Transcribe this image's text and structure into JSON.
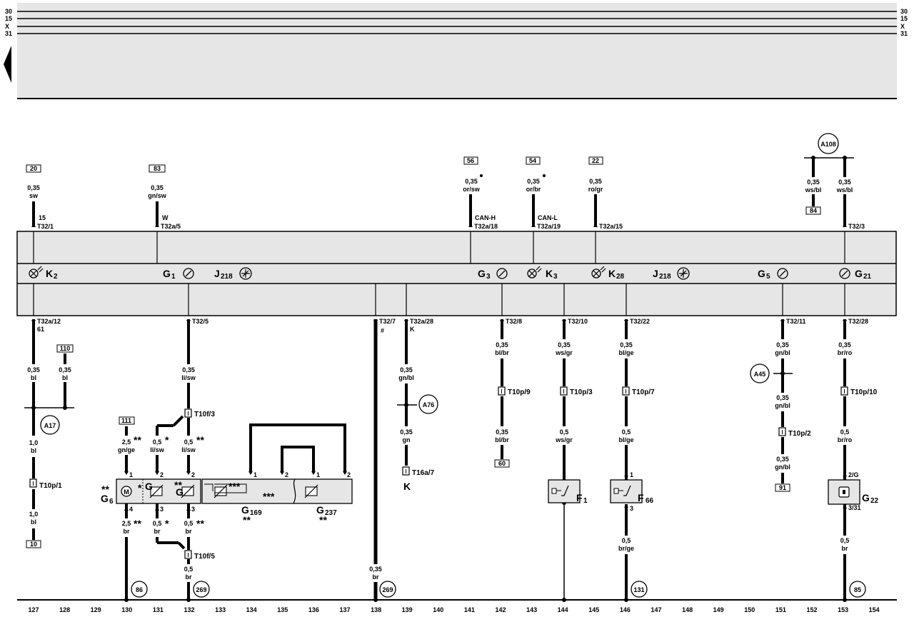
{
  "bus_lines": [
    "30",
    "15",
    "X",
    "31"
  ],
  "ground_numbers": [
    "127",
    "128",
    "129",
    "130",
    "131",
    "132",
    "133",
    "134",
    "135",
    "136",
    "137",
    "138",
    "139",
    "140",
    "141",
    "142",
    "143",
    "144",
    "145",
    "146",
    "147",
    "148",
    "149",
    "150",
    "151",
    "152",
    "153",
    "154"
  ],
  "components": {
    "K2": {
      "letter": "K",
      "sub": "2"
    },
    "G1": {
      "letter": "G",
      "sub": "1"
    },
    "J218a": {
      "letter": "J",
      "sub": "218"
    },
    "G3": {
      "letter": "G",
      "sub": "3"
    },
    "K3": {
      "letter": "K",
      "sub": "3"
    },
    "K28": {
      "letter": "K",
      "sub": "28"
    },
    "J218b": {
      "letter": "J",
      "sub": "218"
    },
    "G5": {
      "letter": "G",
      "sub": "5"
    },
    "G21": {
      "letter": "G",
      "sub": "21"
    },
    "G6": {
      "letter": "G",
      "sub": "6"
    },
    "G169": {
      "letter": "G",
      "sub": "169"
    },
    "G237": {
      "letter": "G",
      "sub": "237"
    },
    "F1": {
      "letter": "F",
      "sub": "1"
    },
    "F66": {
      "letter": "F",
      "sub": "66"
    },
    "G22": {
      "letter": "G",
      "sub": "22"
    },
    "K": {
      "letter": "K"
    }
  },
  "top_wires": {
    "w127": {
      "ref": "20",
      "size": "0,35",
      "color": "sw",
      "pin": "15",
      "conn": "T32/1"
    },
    "w131": {
      "ref": "83",
      "size": "0,35",
      "color": "gn/sw",
      "pin": "W",
      "conn": "T32a/5"
    },
    "w141": {
      "ref": "56",
      "size": "0,35",
      "color": "or/sw",
      "pin": "CAN-H",
      "conn": "T32a/18"
    },
    "w143": {
      "ref": "54",
      "size": "0,35",
      "color": "or/br",
      "pin": "CAN-L",
      "conn": "T32a/19"
    },
    "w145": {
      "ref": "22",
      "size": "0,35",
      "color": "ro/gr",
      "conn": "T32a/15"
    },
    "w153": {
      "node": "A108",
      "size": "0,35",
      "color": "ws/bl",
      "conn": "T32/3"
    },
    "w152": {
      "ref": "84",
      "size": "0,35",
      "color": "ws/bl"
    }
  },
  "bottom_wires": {
    "w127": {
      "conn": "T32a/12",
      "pin": "61",
      "size1": "0,35",
      "color1": "bl",
      "node": "A17",
      "size2": "1,0",
      "color2": "bl",
      "tconn": "T10p/1",
      "size3": "1,0",
      "color3": "bl",
      "ref": "10"
    },
    "w128": {
      "ref": "110",
      "size": "0,35",
      "color": "bl"
    },
    "w130": {
      "ref": "111",
      "size": "2,5",
      "color": "gn/ge",
      "size_b": "2,5",
      "color_b": "br",
      "gnd": "86"
    },
    "w131": {
      "size": "0,5",
      "color": "li/sw",
      "size_b": "0,5",
      "color_b": "br"
    },
    "w132": {
      "conn": "T32/5",
      "size": "0,35",
      "color": "li/sw",
      "tconn": "T10f/3",
      "size2": "0,5",
      "color2": "li/sw",
      "size_b": "0,5",
      "color_b": "br",
      "tconn_b": "T10f/5",
      "size_c": "0,5",
      "color_c": "br",
      "gnd": "269"
    },
    "w138": {
      "conn": "T32/7",
      "pin": "#",
      "size": "0,35",
      "color": "br",
      "gnd": "269"
    },
    "w139": {
      "conn": "T32a/28",
      "pin": "K",
      "size": "0,35",
      "color": "gn/bl",
      "node": "A76",
      "size2": "0,35",
      "color2": "gn",
      "tconn": "T16a/7"
    },
    "w142": {
      "conn": "T32/8",
      "size": "0,35",
      "color": "bl/br",
      "tconn": "T10p/9",
      "size2": "0,35",
      "color2": "bl/br",
      "ref": "60"
    },
    "w144": {
      "conn": "T32/10",
      "size": "0,35",
      "color": "ws/gr",
      "tconn": "T10p/3",
      "size2": "0,5",
      "color2": "ws/gr"
    },
    "w146": {
      "conn": "T32/22",
      "size": "0,35",
      "color": "bl/ge",
      "tconn": "T10p/7",
      "size2": "0,5",
      "color2": "bl/ge",
      "size3": "0,5",
      "color3": "br/ge",
      "gnd": "131"
    },
    "w151": {
      "conn": "T32/11",
      "size": "0,35",
      "color": "gn/bl",
      "node": "A45",
      "size2": "0,35",
      "color2": "gn/bl",
      "tconn": "T10p/2",
      "size3": "0,35",
      "color3": "gn/bl",
      "ref": "91"
    },
    "w153": {
      "conn": "T32/28",
      "size": "0,35",
      "color": "br/ro",
      "tconn": "T10p/10",
      "size2": "0,5",
      "color2": "br/ro",
      "pin_top": "2/G",
      "pin_bot": "3/31",
      "size3": "0,5",
      "color3": "br",
      "gnd": "85"
    }
  },
  "pins": {
    "one": "1",
    "two": "2",
    "three": "3",
    "four": "4"
  },
  "marks": {
    "star": "*",
    "dstar": "**",
    "tstar": "***"
  }
}
